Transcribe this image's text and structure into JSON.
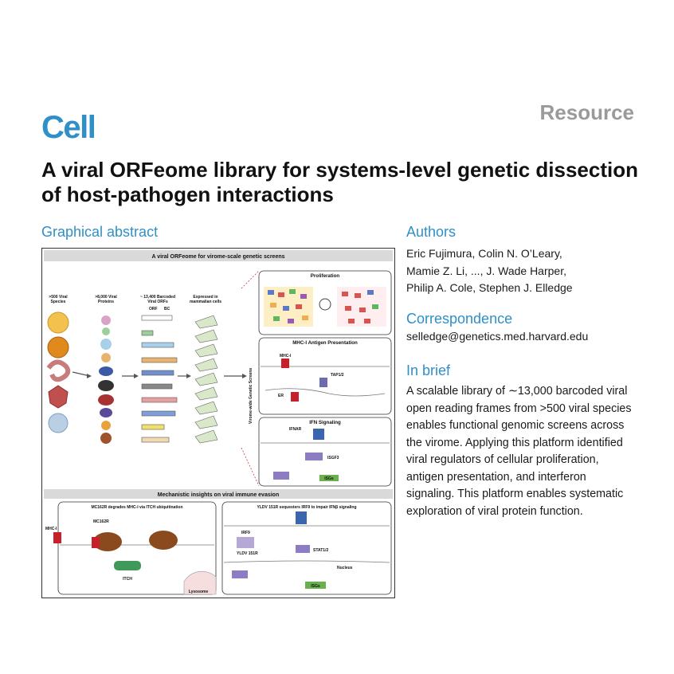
{
  "header": {
    "journal": "Cell",
    "article_type": "Resource",
    "title": "A viral ORFeome library for systems-level genetic dissection of host-pathogen interactions"
  },
  "graphical_abstract": {
    "heading": "Graphical abstract",
    "top_band": "A viral ORFeome for virome-scale genetic screens",
    "col1": [
      ">500 Viral",
      "Species"
    ],
    "col2": [
      ">8,000 Viral",
      "Proteins"
    ],
    "col3": [
      "~ 13,400 Barcoded",
      "Viral ORFs"
    ],
    "col4": [
      "Expressed in",
      "mammalian cells"
    ],
    "orf": "ORF",
    "bc": "BC",
    "side_label": "Virome-wide Genetic Screens",
    "panel_prolif": "Proliferation",
    "panel_mhc": "MHC-I Antigen Presentation",
    "mhc_label": "MHC-I",
    "tap_label": "TAP1/2",
    "er_label": "ER",
    "panel_ifn": "IFN Signaling",
    "ifnar_label": "IFNAR",
    "isgf3_label": "ISGF3",
    "isgs_label": "ISGs",
    "bottom_band": "Mechanistic insights on viral immune evasion",
    "left_title": "MC162R degrades MHC-I via ITCH ubiquitination",
    "mc162r_label": "MC162R",
    "mhc_label2": "MHC-I",
    "itch_label": "ITCH",
    "lysosome_label": "Lysosome",
    "right_title": "YLDV 151R sequesters IRF9 to impair IFNβ signaling",
    "irf9_label": "IRF9",
    "yldv_label": "YLDV 151R",
    "stat_label": "STAT1/2",
    "nucleus_label": "Nucleus",
    "isgs_label2": "ISGs"
  },
  "authors": {
    "heading": "Authors",
    "line1": "Eric Fujimura, Colin N. O’Leary,",
    "line2": "Mamie Z. Li, ..., J. Wade Harper,",
    "line3": "Philip A. Cole, Stephen J. Elledge"
  },
  "correspondence": {
    "heading": "Correspondence",
    "email": "selledge@genetics.med.harvard.edu"
  },
  "in_brief": {
    "heading": "In brief",
    "text": "A scalable library of ∼13,000 barcoded viral open reading frames from >500 viral species enables functional genomic screens across the virome. Applying this platform identified viral regulators of cellular proliferation, antigen presentation, and interferon signaling. This platform enables systematic exploration of viral protein function."
  },
  "colors": {
    "accent": "#2f8fc7",
    "resource_gray": "#9a9a9a",
    "mhc_red": "#c8202a",
    "protein_brown": "#8a4a1e",
    "itch_green": "#3f9a5a",
    "isg_green": "#6ab04c"
  }
}
